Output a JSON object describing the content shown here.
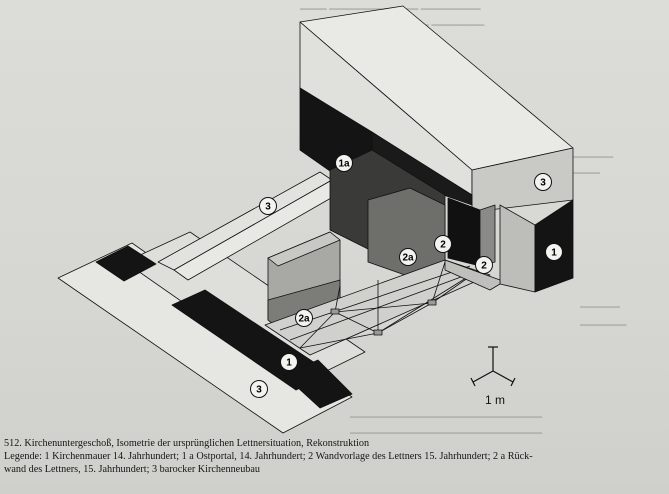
{
  "figure": {
    "labels": {
      "wall_1": "1",
      "portal_1a": "1a",
      "pilaster_2": "2",
      "back_wall_2a": "2a",
      "baroque_3": "3"
    },
    "scale": {
      "label": "1 m"
    }
  },
  "caption": {
    "title_line": "512. Kirchenuntergeschoß, Isometrie der ursprünglichen Lettnersituation, Rekonstruktion",
    "legend_line_1": "Legende: 1 Kirchenmauer 14. Jahrhundert; 1 a   Ostportal, 14. Jahrhundert; 2   Wandvorlage des Lettners 15. Jahrhundert; 2 a   Rück-",
    "legend_line_2": "wand des Lettners, 15. Jahrhundert; 3   barocker Kirchenneubau"
  },
  "colors": {
    "paper": "#d8d8d4",
    "ink": "#111111",
    "stone_gray": "#a9a9a6",
    "light_plane": "#e4e4e1"
  }
}
